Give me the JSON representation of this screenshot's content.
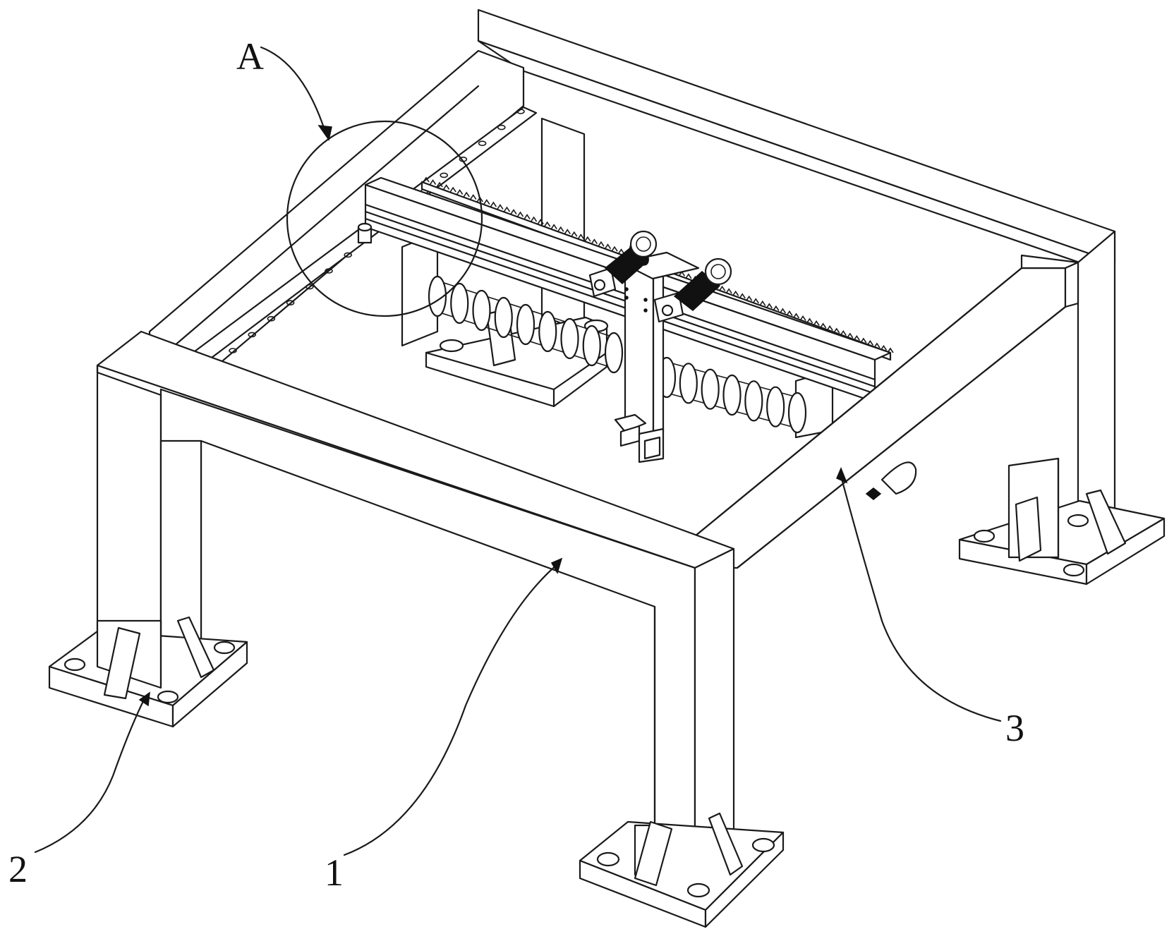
{
  "figure": {
    "detail_marker": {
      "label": "A"
    },
    "callouts": [
      {
        "number": "1",
        "target": "gantry-frame-front-beam"
      },
      {
        "number": "2",
        "target": "base-plate"
      },
      {
        "number": "3",
        "target": "gantry-frame-right-beam"
      }
    ],
    "colors": {
      "line": "#1a1a1a",
      "background": "#ffffff",
      "motor": "#111111"
    }
  }
}
